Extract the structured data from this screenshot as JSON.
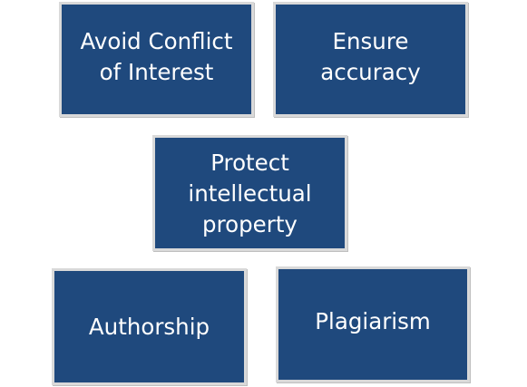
{
  "diagram": {
    "box_color": "#1f497d",
    "border_color": "#d9d9d9",
    "text_color": "#ffffff",
    "boxes": [
      {
        "label": "Avoid Conflict of Interest"
      },
      {
        "label": "Ensure accuracy"
      },
      {
        "label": "Protect intellectual property"
      },
      {
        "label": "Authorship"
      },
      {
        "label": "Plagiarism"
      }
    ]
  }
}
